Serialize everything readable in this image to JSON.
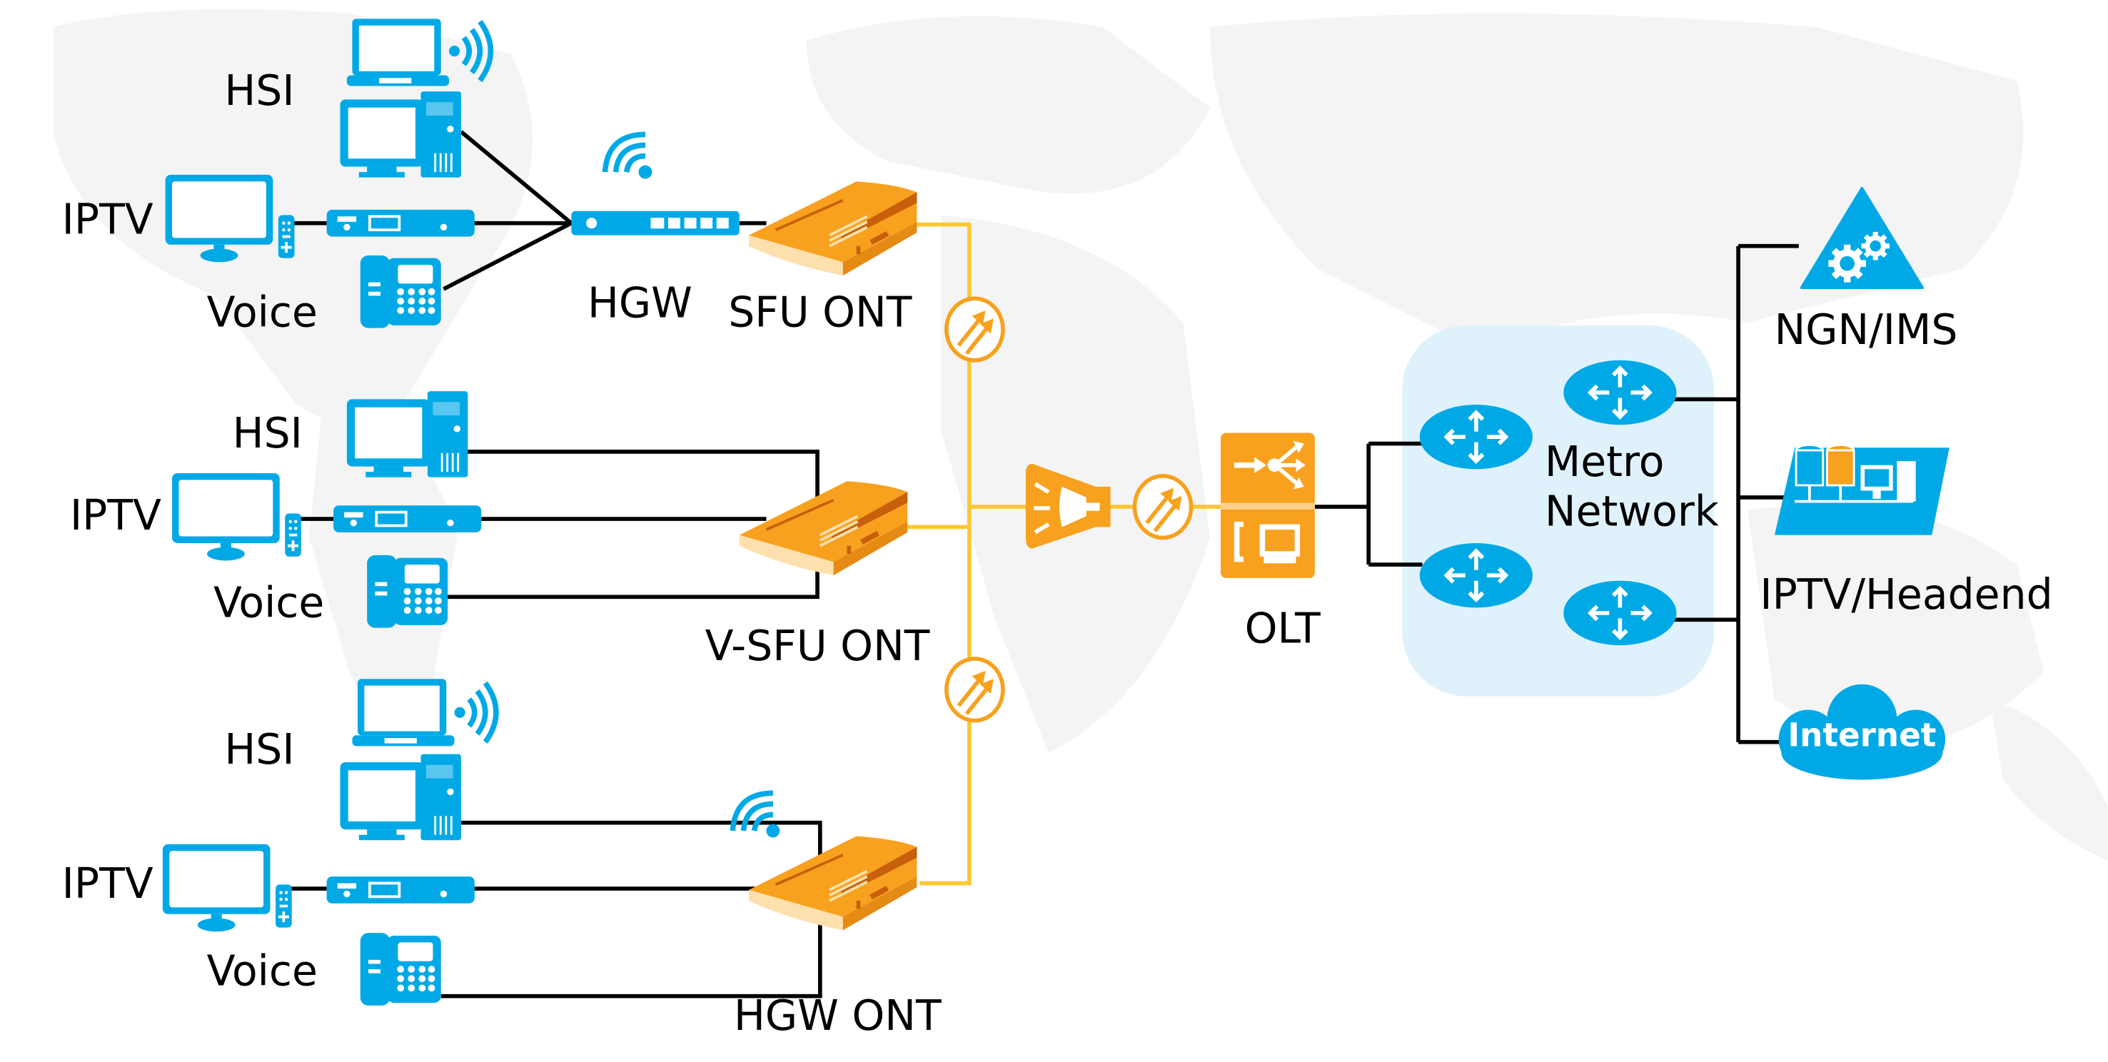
{
  "title": "FTTH / GPON service access network",
  "colors": {
    "device_blue": "#00a9e6",
    "optical_orange": "#f8a11e",
    "fiber_yellow": "#fcc832",
    "metro_background": "#dff2fc",
    "wire_black": "#000000"
  },
  "groups": [
    {
      "id": "sfu",
      "services": {
        "hsi": "HSI",
        "iptv": "IPTV",
        "voice": "Voice"
      },
      "gateway_label": "HGW",
      "ont_label": "SFU ONT"
    },
    {
      "id": "vsfu",
      "services": {
        "hsi": "HSI",
        "iptv": "IPTV",
        "voice": "Voice"
      },
      "ont_label": "V-SFU ONT"
    },
    {
      "id": "hgw",
      "services": {
        "hsi": "HSI",
        "iptv": "IPTV",
        "voice": "Voice"
      },
      "ont_label": "HGW ONT"
    }
  ],
  "access": {
    "splitter_icon": "optical-splitter-icon",
    "connector_icon": "optical-connector-icon",
    "olt_label": "OLT"
  },
  "metro": {
    "label_line1": "Metro",
    "label_line2": "Network",
    "router_icon": "router-icon"
  },
  "core": {
    "ngn_label": "NGN/IMS",
    "iptv_label": "IPTV/Headend",
    "internet_label": "Internet"
  }
}
